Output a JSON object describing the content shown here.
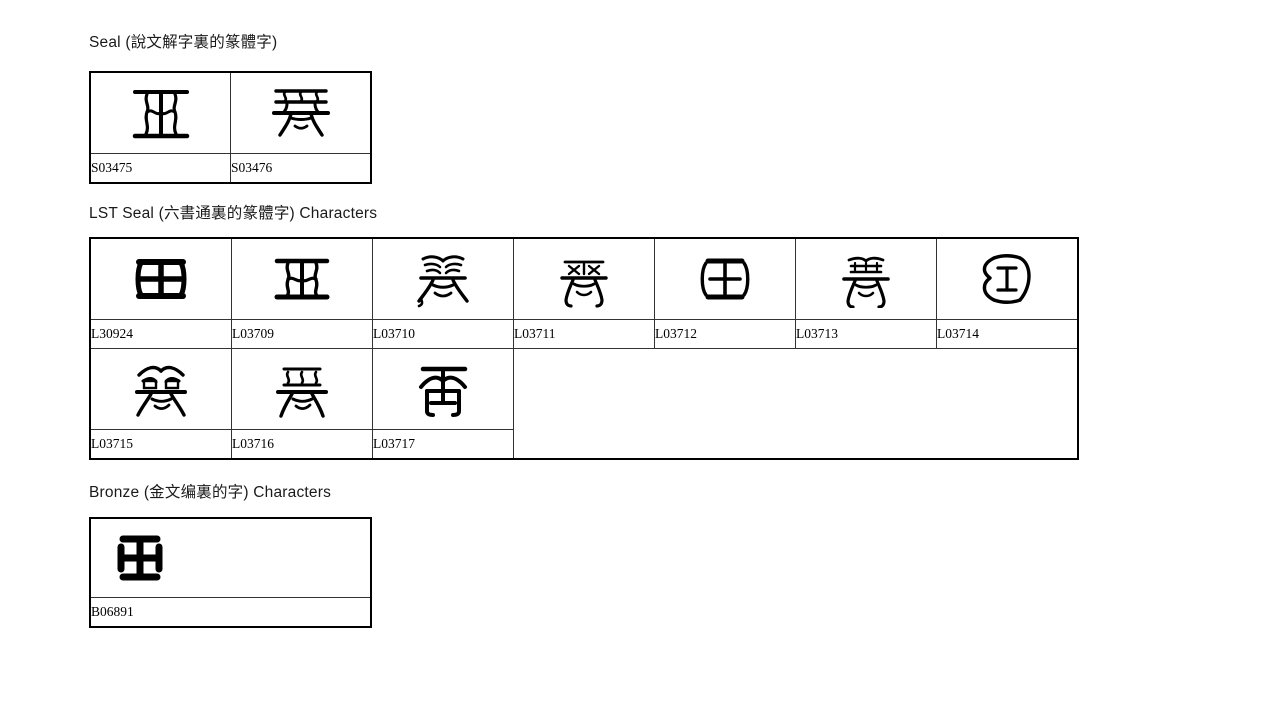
{
  "document": {
    "background_color": "#ffffff",
    "text_color": "#000000"
  },
  "sections": [
    {
      "id": "seal",
      "heading": "Seal (說文解字裏的篆體字)",
      "table": {
        "columns": 2,
        "rows": [
          {
            "cells": [
              {
                "glyph": "seal-wu-s03475",
                "label": "S03475"
              },
              {
                "glyph": "seal-wu-s03476",
                "label": "S03476"
              }
            ]
          }
        ]
      }
    },
    {
      "id": "lst-seal",
      "heading": "LST Seal (六書通裏的篆體字) Characters",
      "table": {
        "columns": 7,
        "rows": [
          {
            "cells": [
              {
                "glyph": "lst-wu-l30924",
                "label": "L30924"
              },
              {
                "glyph": "lst-wu-l03709",
                "label": "L03709"
              },
              {
                "glyph": "lst-wu-l03710",
                "label": "L03710"
              },
              {
                "glyph": "lst-wu-l03711",
                "label": "L03711"
              },
              {
                "glyph": "lst-wu-l03712",
                "label": "L03712"
              },
              {
                "glyph": "lst-wu-l03713",
                "label": "L03713"
              },
              {
                "glyph": "lst-wu-l03714",
                "label": "L03714"
              }
            ]
          },
          {
            "cells": [
              {
                "glyph": "lst-wu-l03715",
                "label": "L03715"
              },
              {
                "glyph": "lst-wu-l03716",
                "label": "L03716"
              },
              {
                "glyph": "lst-wu-l03717",
                "label": "L03717"
              }
            ]
          }
        ]
      }
    },
    {
      "id": "bronze",
      "heading": "Bronze (金文编裏的字) Characters",
      "table": {
        "columns": 1,
        "rows": [
          {
            "cells": [
              {
                "glyph": "bronze-wu-b06891",
                "label": "B06891"
              }
            ]
          }
        ]
      }
    }
  ]
}
